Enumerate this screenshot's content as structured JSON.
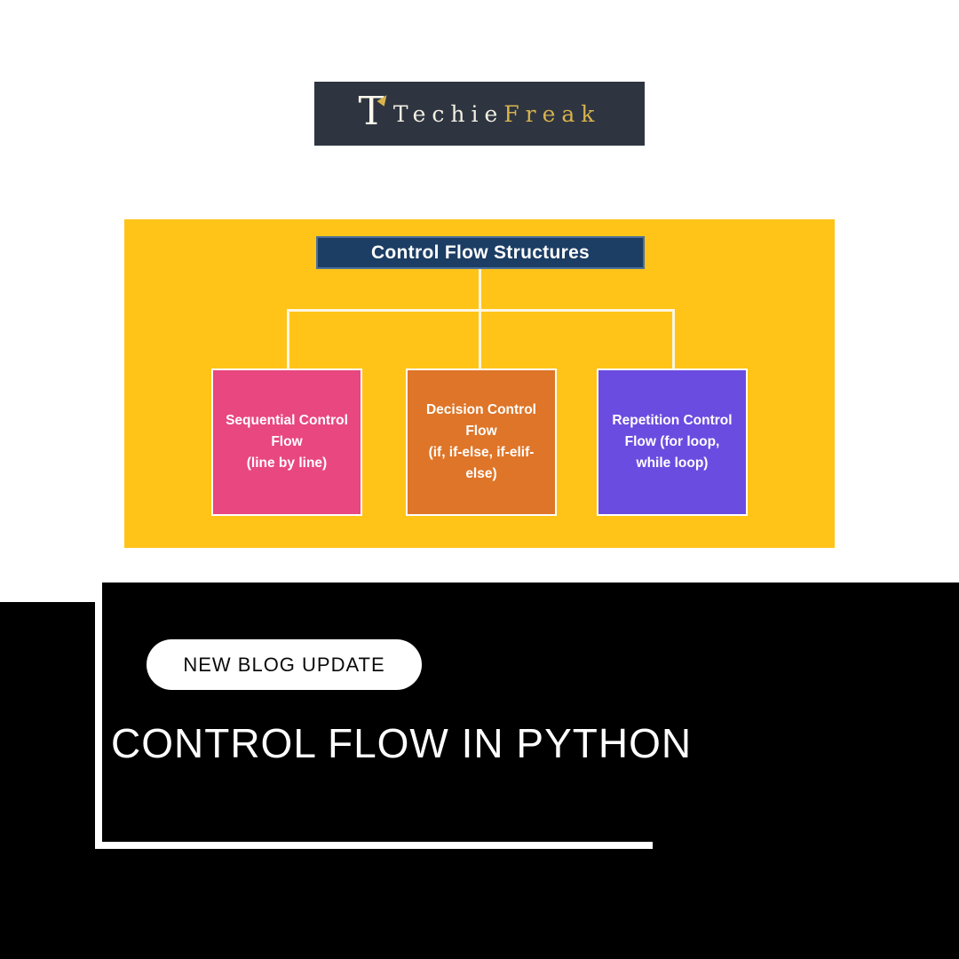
{
  "logo": {
    "icon": "T",
    "brand_part1": "Techie",
    "brand_part2": "Freak",
    "bg_color": "#2e3540",
    "accent_color": "#d8b34c"
  },
  "diagram": {
    "bg_color": "#ffc417",
    "title": "Control Flow Structures",
    "title_bg": "#1c3d64",
    "connector_color": "#fdf6e0",
    "nodes": [
      {
        "label": "Sequential Control\nFlow\n(line by line)",
        "color": "#e8477f"
      },
      {
        "label": "Decision Control\nFlow\n(if, if-else, if-elif-\nelse)",
        "color": "#de7528"
      },
      {
        "label": "Repetition Control\nFlow (for loop,\nwhile loop)",
        "color": "#6b4ce0"
      }
    ]
  },
  "footer": {
    "badge_label": "NEW BLOG UPDATE",
    "headline": "CONTROL FLOW IN PYTHON",
    "bg_color": "#000000"
  }
}
